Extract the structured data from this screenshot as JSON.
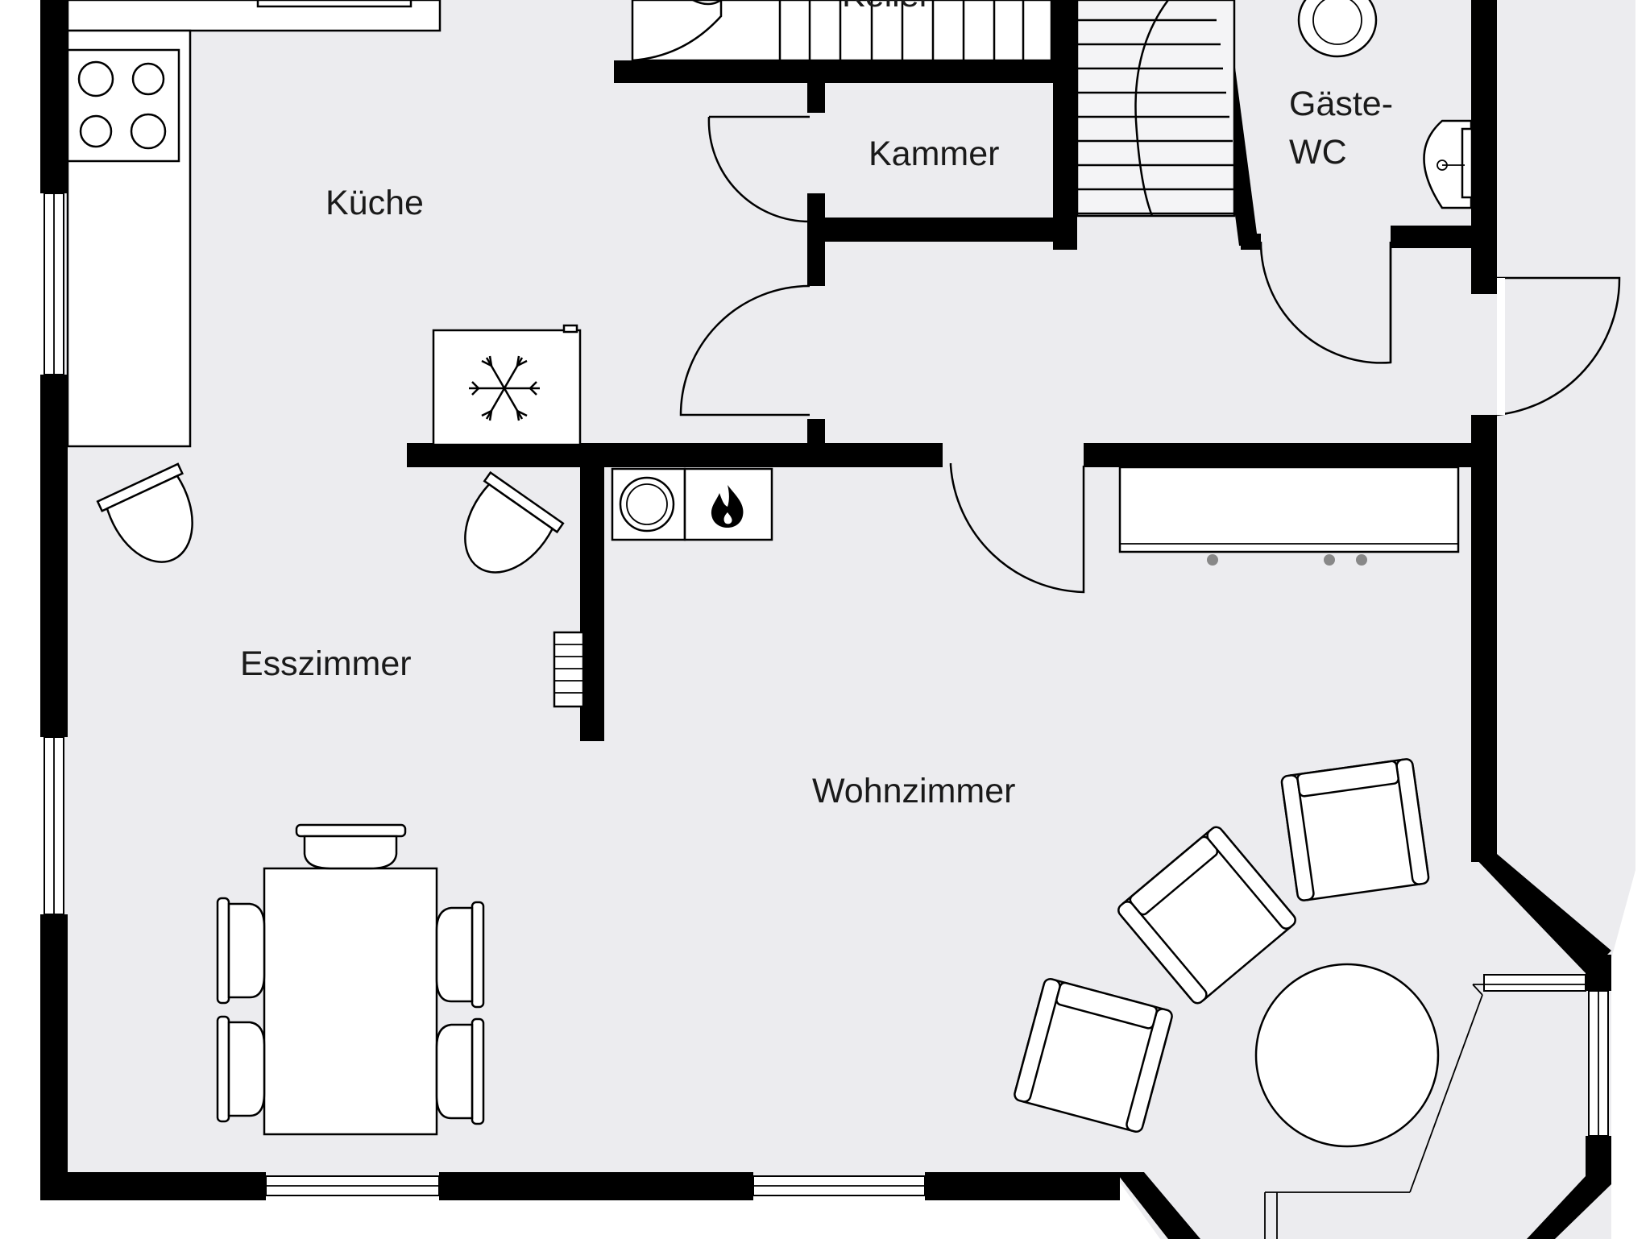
{
  "rooms": {
    "kueche": "Küche",
    "keller": "Keller",
    "kammer": "Kammer",
    "gaeste_wc_line1": "Gäste-",
    "gaeste_wc_line2": "WC",
    "esszimmer": "Esszimmer",
    "wohnzimmer": "Wohnzimmer"
  },
  "icons": {
    "freezer": "snowflake-icon",
    "heating": "flame-icon",
    "washer": "washing-machine-icon"
  },
  "colors": {
    "floor": "#ececef",
    "wall": "#000000",
    "furniture": "#ffffff"
  }
}
